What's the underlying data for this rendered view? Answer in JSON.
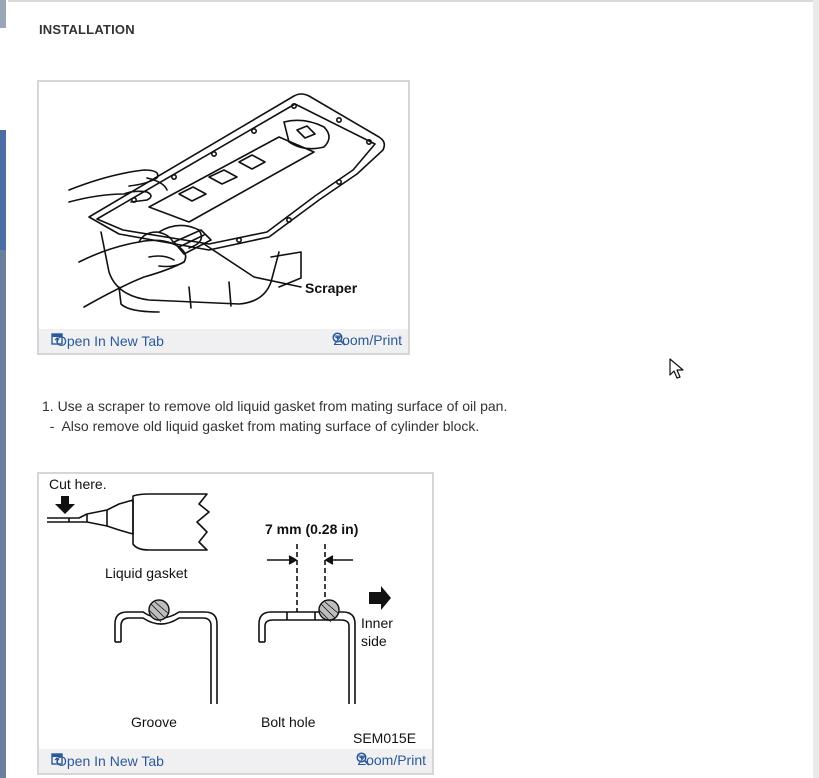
{
  "section": {
    "title": "INSTALLATION"
  },
  "figure1": {
    "callout": "Scraper",
    "open_tab_label": "Open In New Tab",
    "zoom_label": "Zoom/Print"
  },
  "steps": {
    "line1": "1. Use a scraper to remove old liquid gasket from mating surface of oil pan.",
    "line2": "  -  Also remove old liquid gasket from mating surface of cylinder block."
  },
  "figure2": {
    "cut_here": "Cut here.",
    "liquid_gasket": "Liquid gasket",
    "dimension": "7 mm (0.28 in)",
    "inner": "Inner",
    "side": "side",
    "groove": "Groove",
    "bolt_hole": "Bolt hole",
    "code": "SEM015E",
    "open_tab_label": "Open In New Tab",
    "zoom_label": "Zoom/Print"
  },
  "icons": {
    "open_tab": "open-in-new-tab-icon",
    "zoom": "magnifier-zoom-icon",
    "cursor": "mouse-pointer-icon"
  },
  "colors": {
    "link": "#2b5a9a",
    "toolbar_bg": "#f0f0f2",
    "border": "#d6d6d6"
  }
}
